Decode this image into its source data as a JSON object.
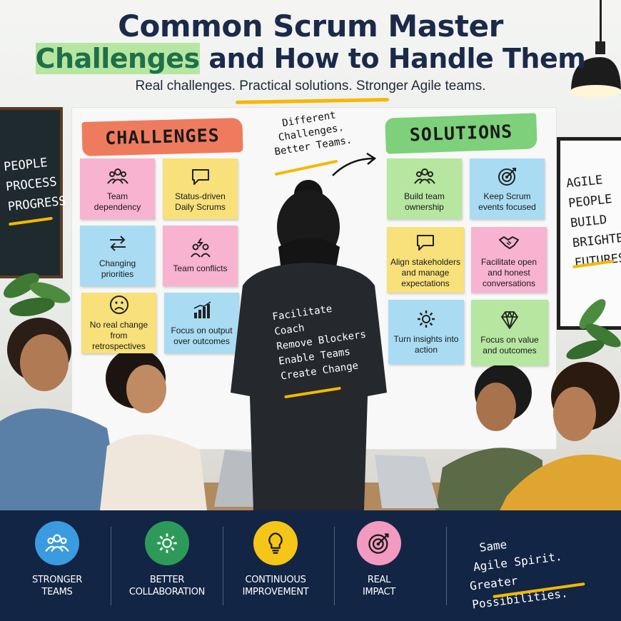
{
  "header": {
    "title_line1": "Common Scrum Master",
    "title_line2_green": "Challenges",
    "title_line2_rest": " and How to Handle Them",
    "subtitle": "Real challenges. Practical solutions. Stronger Agile teams."
  },
  "left_board": {
    "lines": [
      "PEOPLE",
      "PROCESS",
      "PROGRESS"
    ]
  },
  "right_board": {
    "lines": [
      "AGILE",
      "PEOPLE",
      "BUILD",
      "BRIGHTER",
      "FUTURES"
    ]
  },
  "banners": {
    "challenges": "CHALLENGES",
    "solutions": "SOLUTIONS",
    "tagline": "Different Challenges. Better Teams."
  },
  "challenges": [
    {
      "label": "Team dependency",
      "icon": "team-icon",
      "color": "#f7b3cf"
    },
    {
      "label": "Status-driven Daily Scrums",
      "icon": "speech-bubble-icon",
      "color": "#f8e07a"
    },
    {
      "label": "Changing priorities",
      "icon": "arrows-swap-icon",
      "color": "#a9dcf3"
    },
    {
      "label": "Team conflicts",
      "icon": "conflict-icon",
      "color": "#f7b3cf"
    },
    {
      "label": "No real change from retrospectives",
      "icon": "sad-face-icon",
      "color": "#f8e07a"
    },
    {
      "label": "Focus on output over outcomes",
      "icon": "bar-chart-icon",
      "color": "#a9dcf3"
    }
  ],
  "solutions": [
    {
      "label": "Build team ownership",
      "icon": "team-icon",
      "color": "#b6e6a0"
    },
    {
      "label": "Keep Scrum events focused",
      "icon": "target-icon",
      "color": "#a9dcf3"
    },
    {
      "label": "Align stakeholders and manage expectations",
      "icon": "speech-bubble-icon",
      "color": "#f8e07a"
    },
    {
      "label": "Facilitate open and honest conversations",
      "icon": "handshake-icon",
      "color": "#f7b3cf"
    },
    {
      "label": "Turn insights into action",
      "icon": "gear-icon",
      "color": "#a9dcf3"
    },
    {
      "label": "Focus on value and outcomes",
      "icon": "diamond-icon",
      "color": "#b6e6a0"
    }
  ],
  "shirt": {
    "lines": [
      "Facilitate",
      "Coach",
      "Remove Blockers",
      "Enable Teams",
      "Create Change"
    ]
  },
  "features": [
    {
      "label": "STRONGER\nTEAMS",
      "icon": "team-icon",
      "color": "#3a9be0"
    },
    {
      "label": "BETTER\nCOLLABORATION",
      "icon": "gear-icon",
      "color": "#2e9a5a"
    },
    {
      "label": "CONTINUOUS\nIMPROVEMENT",
      "icon": "lightbulb-icon",
      "color": "#f5c518"
    },
    {
      "label": "REAL\nIMPACT",
      "icon": "target-icon",
      "color": "#f39ac1"
    }
  ],
  "closing": {
    "lines": [
      "Same",
      "Agile Spirit.",
      "Greater Possibilities."
    ]
  }
}
